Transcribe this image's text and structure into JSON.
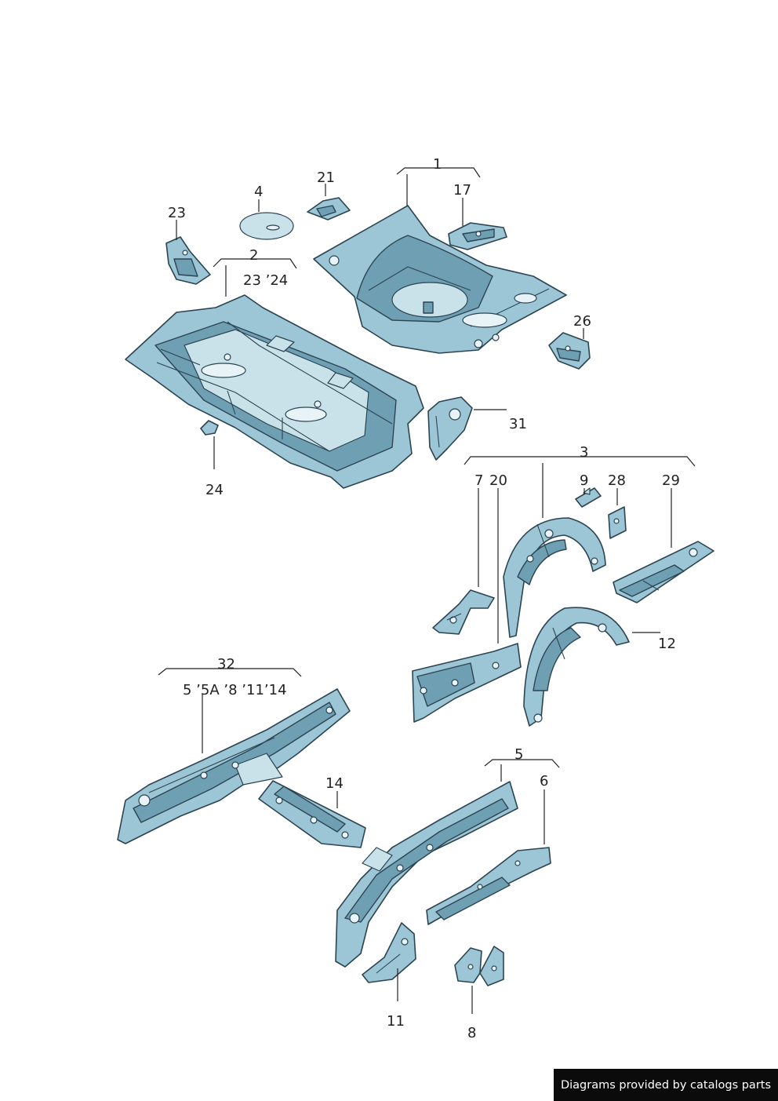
{
  "callouts": {
    "c1": "1",
    "c2": "2",
    "c2_sub": "23 ’24",
    "c3": "3",
    "c4": "4",
    "c5": "5",
    "c6": "6",
    "c7": "7",
    "c8": "8",
    "c9": "9",
    "c11": "11",
    "c12": "12",
    "c14": "14",
    "c17": "17",
    "c20": "20",
    "c21": "21",
    "c23": "23",
    "c24": "24",
    "c26": "26",
    "c28": "28",
    "c29": "29",
    "c31": "31",
    "c32": "32",
    "c32_sub": "5 ’5A  ’8 ’11’14"
  },
  "footer": {
    "text": "Diagrams provided by catalogs parts"
  },
  "colors": {
    "part_fill": "#9cc6d6",
    "part_outline": "#2c4452",
    "footer_bg": "#0b0b0b",
    "footer_text": "#ffffff"
  }
}
